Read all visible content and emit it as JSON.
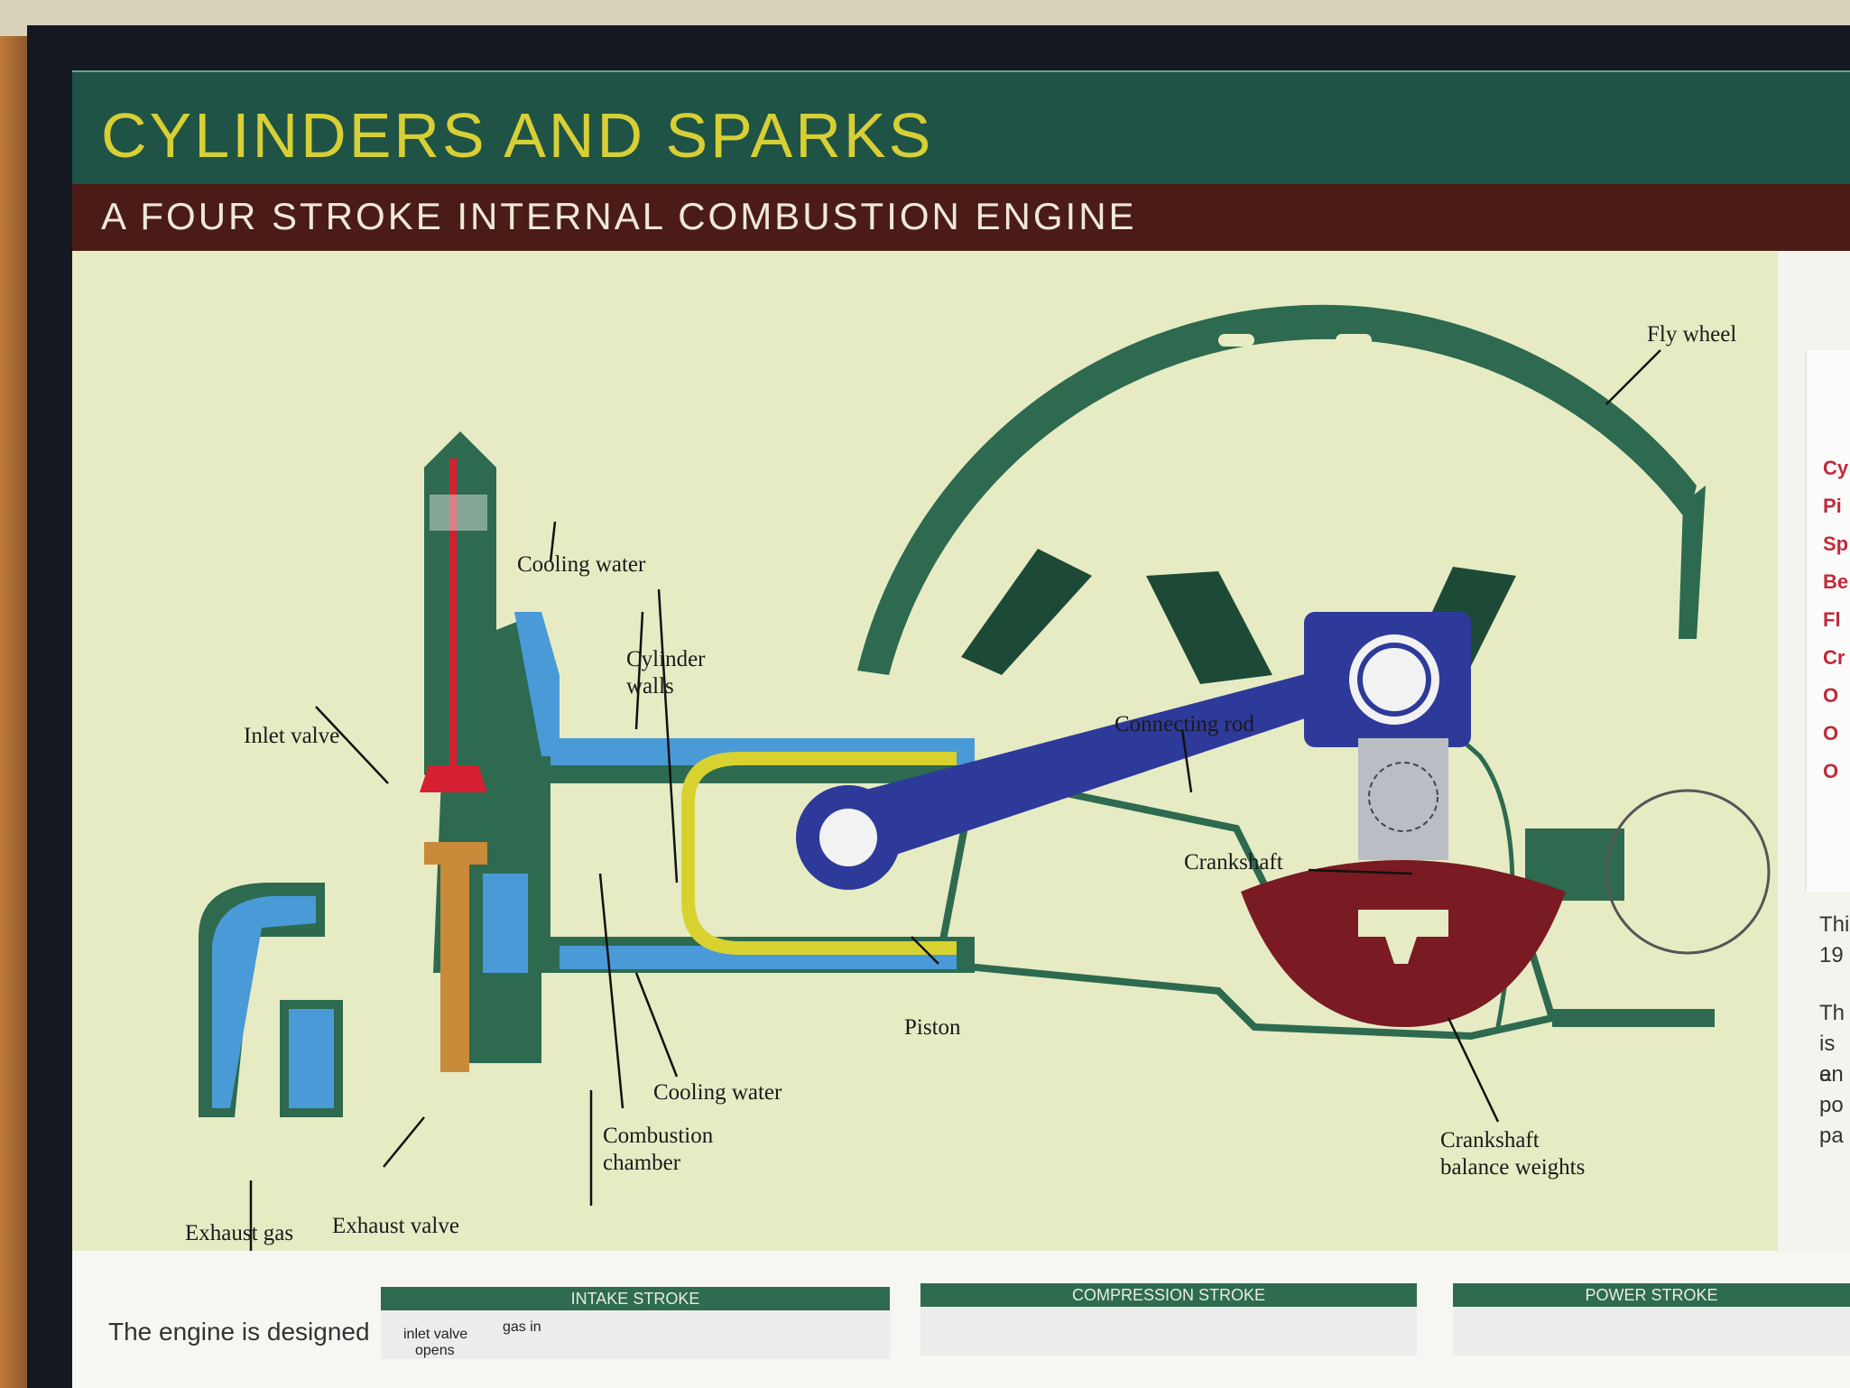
{
  "header": {
    "title": "CYLINDERS AND SPARKS",
    "subtitle": "A FOUR STROKE INTERNAL COMBUSTION ENGINE"
  },
  "diagram": {
    "labels": {
      "fly_wheel": "Fly wheel",
      "cooling_water_top": "Cooling water",
      "cylinder_walls_1": "Cylinder",
      "cylinder_walls_2": "walls",
      "inlet_valve": "Inlet valve",
      "connecting_rod": "Connecting rod",
      "crankshaft": "Crankshaft",
      "piston": "Piston",
      "cooling_water_bottom": "Cooling water",
      "combustion_chamber_1": "Combustion",
      "combustion_chamber_2": "chamber",
      "crankshaft_balance_1": "Crankshaft",
      "crankshaft_balance_2": "balance weights",
      "exhaust_valve": "Exhaust valve",
      "exhaust_gas": "Exhaust gas"
    },
    "colors": {
      "background": "#e6ebc4",
      "body": "#2d6a4f",
      "cooling_water": "#4a9ad8",
      "inlet_valve": "#d42030",
      "exhaust_valve": "#c98a3a",
      "connecting_rod": "#2e3a9a",
      "piston_outline": "#d8d230",
      "balance_weights": "#7a1a22",
      "crankshaft": "#b8bec4"
    }
  },
  "sidebar": {
    "items": [
      "Cy",
      "Pi",
      "Sp",
      "Be",
      "Fl",
      "Cr",
      "O",
      "O",
      "O"
    ],
    "text": [
      "Thi",
      "19",
      "Th",
      "is a",
      "en",
      "po",
      "pa"
    ]
  },
  "bottom": {
    "intro_text": "The engine is designed",
    "strokes": [
      "INTAKE STROKE",
      "COMPRESSION STROKE",
      "POWER STROKE"
    ],
    "intake_labels": {
      "inlet_1": "inlet valve",
      "inlet_2": "opens",
      "gas": "gas in"
    }
  }
}
